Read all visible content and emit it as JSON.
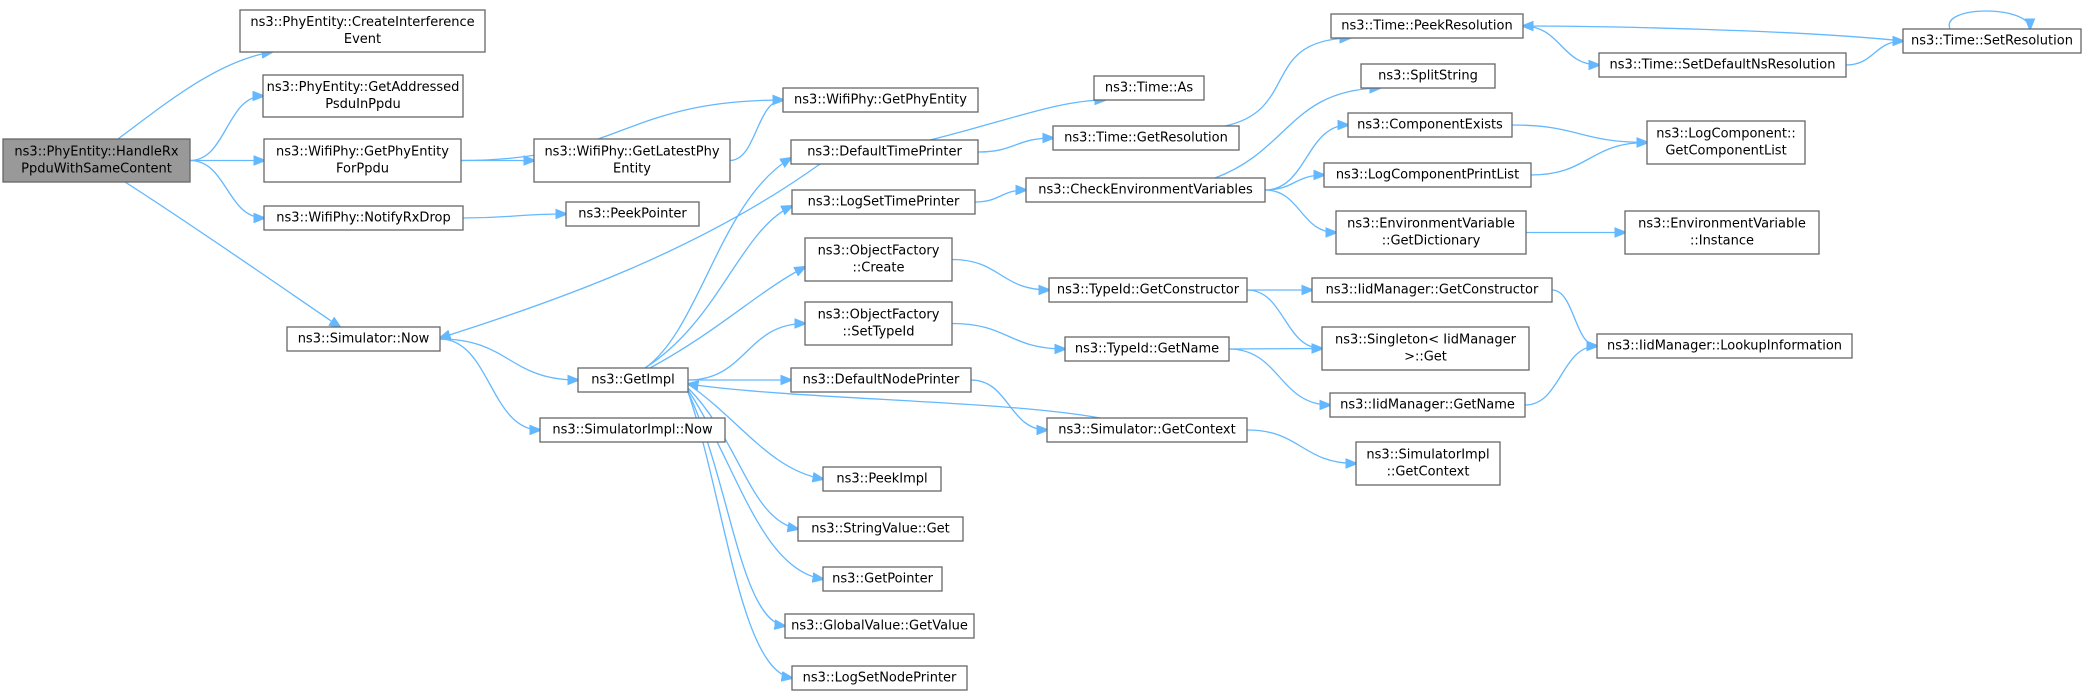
{
  "nodes": [
    {
      "id": "root",
      "lines": [
        "ns3::PhyEntity::HandleRx",
        "PpduWithSameContent"
      ],
      "root": true
    },
    {
      "id": "createInterference",
      "lines": [
        "ns3::PhyEntity::CreateInterference",
        "Event"
      ]
    },
    {
      "id": "getAddressed",
      "lines": [
        "ns3::PhyEntity::GetAddressed",
        "PsduInPpdu"
      ]
    },
    {
      "id": "getPhyEntityForPpdu",
      "lines": [
        "ns3::WifiPhy::GetPhyEntity",
        "ForPpdu"
      ]
    },
    {
      "id": "notifyRxDrop",
      "lines": [
        "ns3::WifiPhy::NotifyRxDrop"
      ]
    },
    {
      "id": "simNow",
      "lines": [
        "ns3::Simulator::Now"
      ]
    },
    {
      "id": "getPhyEntity",
      "lines": [
        "ns3::WifiPhy::GetPhyEntity"
      ]
    },
    {
      "id": "getLatestPhy",
      "lines": [
        "ns3::WifiPhy::GetLatestPhy",
        "Entity"
      ]
    },
    {
      "id": "peekPointer",
      "lines": [
        "ns3::PeekPointer"
      ]
    },
    {
      "id": "getImpl",
      "lines": [
        "ns3::GetImpl"
      ]
    },
    {
      "id": "simImplNow",
      "lines": [
        "ns3::SimulatorImpl::Now"
      ]
    },
    {
      "id": "defaultTimePrinter",
      "lines": [
        "ns3::DefaultTimePrinter"
      ]
    },
    {
      "id": "logSetTimePrinter",
      "lines": [
        "ns3::LogSetTimePrinter"
      ]
    },
    {
      "id": "objFactoryCreate",
      "lines": [
        "ns3::ObjectFactory",
        "::Create"
      ]
    },
    {
      "id": "objFactorySetTypeId",
      "lines": [
        "ns3::ObjectFactory",
        "::SetTypeId"
      ]
    },
    {
      "id": "defaultNodePrinter",
      "lines": [
        "ns3::DefaultNodePrinter"
      ]
    },
    {
      "id": "peekImpl",
      "lines": [
        "ns3::PeekImpl"
      ]
    },
    {
      "id": "stringValueGet",
      "lines": [
        "ns3::StringValue::Get"
      ]
    },
    {
      "id": "getPointer",
      "lines": [
        "ns3::GetPointer"
      ]
    },
    {
      "id": "globalValueGet",
      "lines": [
        "ns3::GlobalValue::GetValue"
      ]
    },
    {
      "id": "logSetNodePrinter",
      "lines": [
        "ns3::LogSetNodePrinter"
      ]
    },
    {
      "id": "timeAs",
      "lines": [
        "ns3::Time::As"
      ]
    },
    {
      "id": "timeGetResolution",
      "lines": [
        "ns3::Time::GetResolution"
      ]
    },
    {
      "id": "checkEnv",
      "lines": [
        "ns3::CheckEnvironmentVariables"
      ]
    },
    {
      "id": "typeIdGetConstructor",
      "lines": [
        "ns3::TypeId::GetConstructor"
      ]
    },
    {
      "id": "typeIdGetName",
      "lines": [
        "ns3::TypeId::GetName"
      ]
    },
    {
      "id": "simGetContext",
      "lines": [
        "ns3::Simulator::GetContext"
      ]
    },
    {
      "id": "timePeekResolution",
      "lines": [
        "ns3::Time::PeekResolution"
      ]
    },
    {
      "id": "splitString",
      "lines": [
        "ns3::SplitString"
      ]
    },
    {
      "id": "componentExists",
      "lines": [
        "ns3::ComponentExists"
      ]
    },
    {
      "id": "logComponentPrintList",
      "lines": [
        "ns3::LogComponentPrintList"
      ]
    },
    {
      "id": "envVarGetDictionary",
      "lines": [
        "ns3::EnvironmentVariable",
        "::GetDictionary"
      ]
    },
    {
      "id": "iidGetConstructor",
      "lines": [
        "ns3::IidManager::GetConstructor"
      ]
    },
    {
      "id": "singletonGet",
      "lines": [
        "ns3::Singleton< IidManager",
        ">::Get"
      ]
    },
    {
      "id": "iidGetName",
      "lines": [
        "ns3::IidManager::GetName"
      ]
    },
    {
      "id": "simImplGetContext",
      "lines": [
        "ns3::SimulatorImpl",
        "::GetContext"
      ]
    },
    {
      "id": "timeSetDefaultNs",
      "lines": [
        "ns3::Time::SetDefaultNsResolution"
      ]
    },
    {
      "id": "logComponentGetList",
      "lines": [
        "ns3::LogComponent::",
        "GetComponentList"
      ]
    },
    {
      "id": "envVarInstance",
      "lines": [
        "ns3::EnvironmentVariable",
        "::Instance"
      ]
    },
    {
      "id": "iidLookup",
      "lines": [
        "ns3::IidManager::LookupInformation"
      ]
    },
    {
      "id": "timeSetResolution",
      "lines": [
        "ns3::Time::SetResolution"
      ]
    }
  ],
  "edges": [
    [
      "root",
      "createInterference"
    ],
    [
      "root",
      "getAddressed"
    ],
    [
      "root",
      "getPhyEntityForPpdu"
    ],
    [
      "root",
      "notifyRxDrop"
    ],
    [
      "root",
      "simNow"
    ],
    [
      "getPhyEntityForPpdu",
      "getPhyEntity"
    ],
    [
      "getPhyEntityForPpdu",
      "getLatestPhy"
    ],
    [
      "getLatestPhy",
      "getPhyEntity"
    ],
    [
      "notifyRxDrop",
      "peekPointer"
    ],
    [
      "simNow",
      "getImpl"
    ],
    [
      "simNow",
      "simImplNow"
    ],
    [
      "getImpl",
      "defaultTimePrinter"
    ],
    [
      "getImpl",
      "logSetTimePrinter"
    ],
    [
      "getImpl",
      "objFactoryCreate"
    ],
    [
      "getImpl",
      "objFactorySetTypeId"
    ],
    [
      "getImpl",
      "defaultNodePrinter"
    ],
    [
      "getImpl",
      "peekImpl"
    ],
    [
      "getImpl",
      "stringValueGet"
    ],
    [
      "getImpl",
      "getPointer"
    ],
    [
      "getImpl",
      "globalValueGet"
    ],
    [
      "getImpl",
      "logSetNodePrinter"
    ],
    [
      "defaultTimePrinter",
      "simNow"
    ],
    [
      "defaultTimePrinter",
      "timeAs"
    ],
    [
      "defaultTimePrinter",
      "timeGetResolution"
    ],
    [
      "logSetTimePrinter",
      "checkEnv"
    ],
    [
      "objFactoryCreate",
      "typeIdGetConstructor"
    ],
    [
      "objFactorySetTypeId",
      "typeIdGetName"
    ],
    [
      "defaultNodePrinter",
      "simGetContext"
    ],
    [
      "simGetContext",
      "getImpl"
    ],
    [
      "simGetContext",
      "simImplGetContext"
    ],
    [
      "timeGetResolution",
      "timePeekResolution"
    ],
    [
      "checkEnv",
      "splitString"
    ],
    [
      "checkEnv",
      "componentExists"
    ],
    [
      "checkEnv",
      "logComponentPrintList"
    ],
    [
      "checkEnv",
      "envVarGetDictionary"
    ],
    [
      "typeIdGetConstructor",
      "iidGetConstructor"
    ],
    [
      "typeIdGetConstructor",
      "singletonGet"
    ],
    [
      "typeIdGetName",
      "singletonGet"
    ],
    [
      "typeIdGetName",
      "iidGetName"
    ],
    [
      "timePeekResolution",
      "timeSetDefaultNs"
    ],
    [
      "timeSetDefaultNs",
      "timeSetResolution"
    ],
    [
      "timeSetResolution",
      "timePeekResolution"
    ],
    [
      "timeSetResolution",
      "timeSetResolution"
    ],
    [
      "componentExists",
      "logComponentGetList"
    ],
    [
      "logComponentPrintList",
      "logComponentGetList"
    ],
    [
      "envVarGetDictionary",
      "envVarInstance"
    ],
    [
      "iidGetConstructor",
      "iidLookup"
    ],
    [
      "iidGetName",
      "iidLookup"
    ]
  ]
}
